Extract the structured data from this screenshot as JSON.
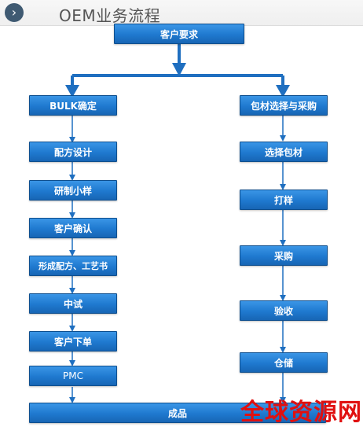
{
  "header": {
    "chevron": "›",
    "title": "OEM业务流程"
  },
  "flow": {
    "top": "客户要求",
    "left": [
      "BULK确定",
      "配方设计",
      "研制小样",
      "客户确认",
      "形成配方、工艺书",
      "中试",
      "客户下单",
      "PMC"
    ],
    "right": [
      "包材选择与采购",
      "选择包材",
      "打样",
      "采购",
      "验收",
      "仓储"
    ],
    "final": "成品"
  },
  "watermark": "全球资源网",
  "colors": {
    "box_fill": "#1f79cf",
    "arrow": "#1f6fc0",
    "watermark": "#e01010"
  }
}
